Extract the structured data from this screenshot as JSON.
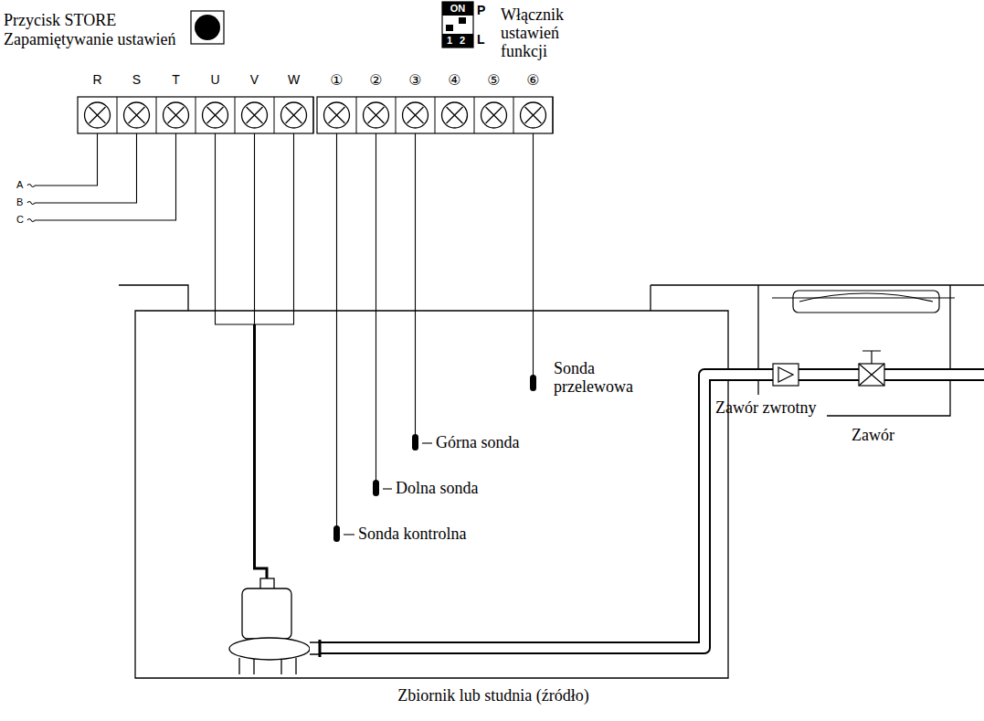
{
  "diagram": {
    "labels": [
      "Przycisk STORE",
      "Zapamiętywanie ustawień",
      "ON",
      "P",
      "1",
      "2",
      "L",
      "Włącznik ustawień funkcji",
      "R",
      "S",
      "T",
      "U",
      "V",
      "W",
      "①",
      "②",
      "③",
      "④",
      "⑤",
      "⑥",
      "A",
      "B",
      "C",
      "Sonda przelewowa",
      "Górna sonda",
      "Dolna sonda",
      "Sonda kontrolna",
      "Zawór zwrotny",
      "Zawór",
      "Zbiornik lub studnia (źródło)"
    ]
  }
}
